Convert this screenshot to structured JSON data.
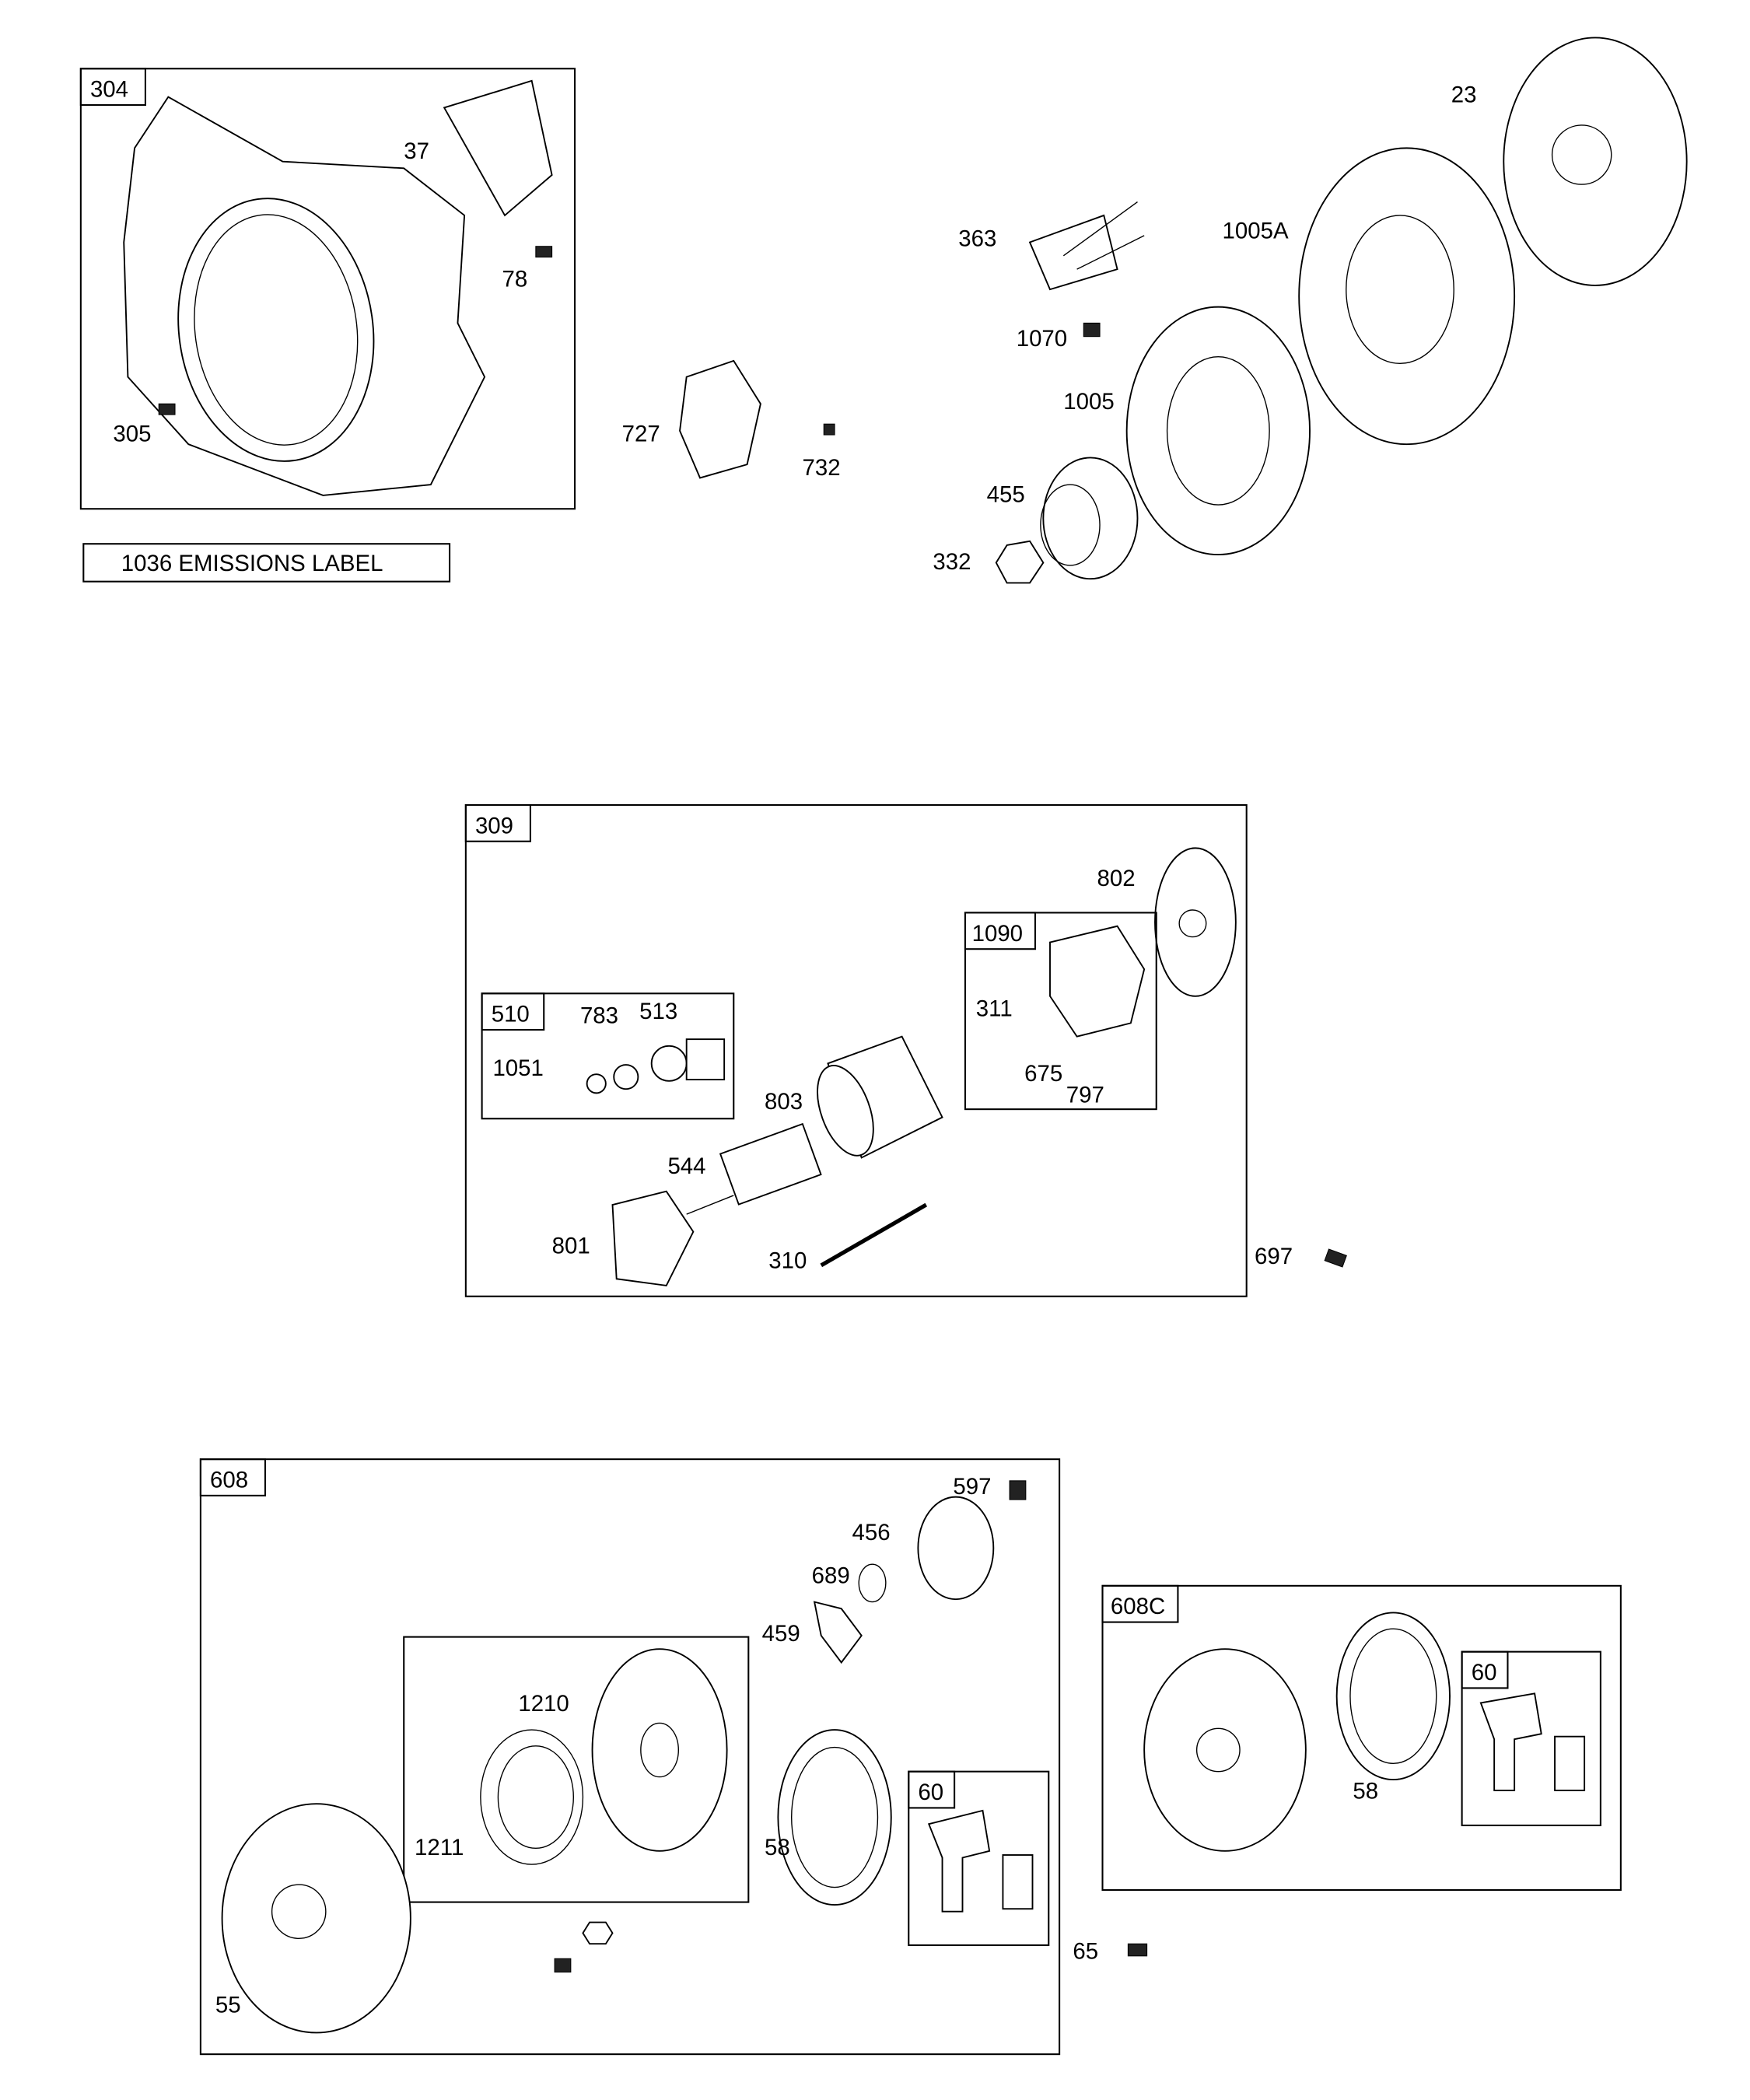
{
  "groups": {
    "g304": "304",
    "g309": "309",
    "g510": "510",
    "g1090": "1090",
    "g608": "608",
    "g608c": "608C",
    "g60a": "60",
    "g60b": "60"
  },
  "emissions_label": "1036 EMISSIONS LABEL",
  "callouts": {
    "c37": "37",
    "c78": "78",
    "c305": "305",
    "c727": "727",
    "c732": "732",
    "c363": "363",
    "c1005a": "1005A",
    "c23": "23",
    "c1070": "1070",
    "c1005": "1005",
    "c455": "455",
    "c332": "332",
    "c802": "802",
    "c311": "311",
    "c675": "675",
    "c797": "797",
    "c783": "783",
    "c513": "513",
    "c1051": "1051",
    "c803": "803",
    "c544": "544",
    "c801": "801",
    "c310": "310",
    "c697": "697",
    "c597": "597",
    "c456": "456",
    "c689": "689",
    "c459": "459",
    "c1210": "1210",
    "c1211": "1211",
    "c58a": "58",
    "c55": "55",
    "c65": "65",
    "c58b": "58"
  }
}
